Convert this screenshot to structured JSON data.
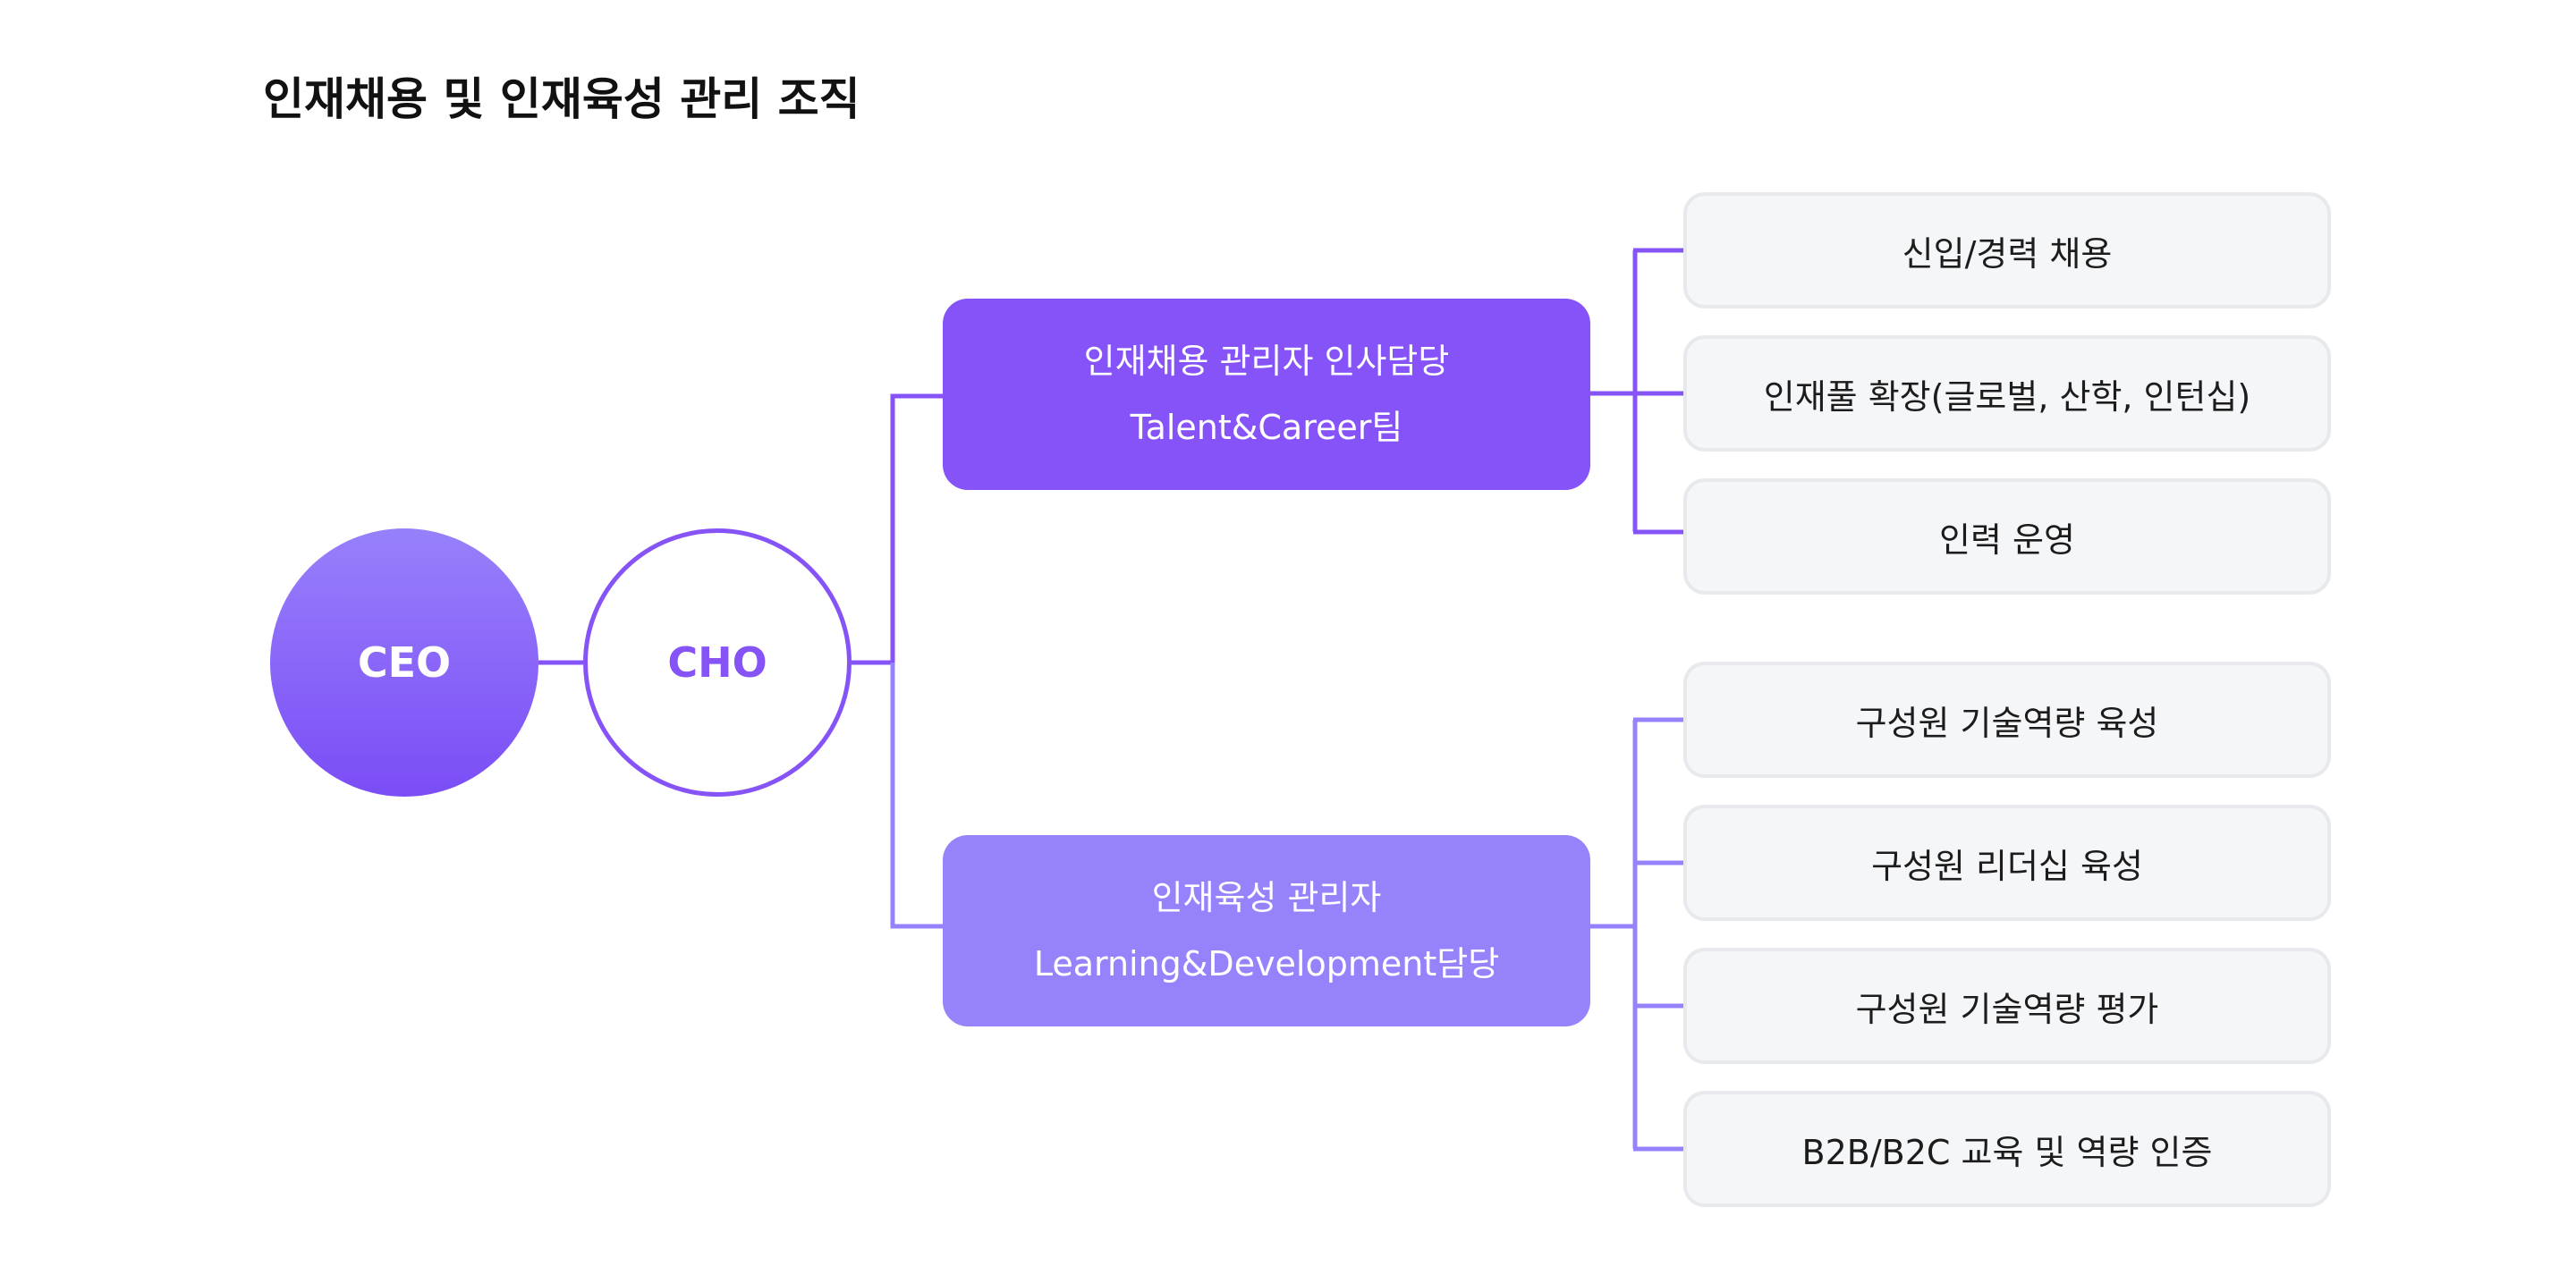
{
  "title": "인재채용 및 인재육성 관리 조직",
  "colors": {
    "primary_purple": "#8653f7",
    "light_purple": "#9683fb",
    "task_background": "#f5f6f8",
    "task_border": "#e8e9ed"
  },
  "nodes": {
    "ceo": "CEO",
    "cho": "CHO"
  },
  "departments": [
    {
      "name": "인재채용 관리자 인사담당",
      "team": "Talent&Career팀",
      "tasks": [
        "신입/경력 채용",
        "인재풀 확장(글로벌, 산학, 인턴십)",
        "인력 운영"
      ]
    },
    {
      "name": "인재육성 관리자",
      "team": "Learning&Development담당",
      "tasks": [
        "구성원 기술역량 육성",
        "구성원 리더십 육성",
        "구성원 기술역량 평가",
        "B2B/B2C 교육 및 역량 인증"
      ]
    }
  ]
}
